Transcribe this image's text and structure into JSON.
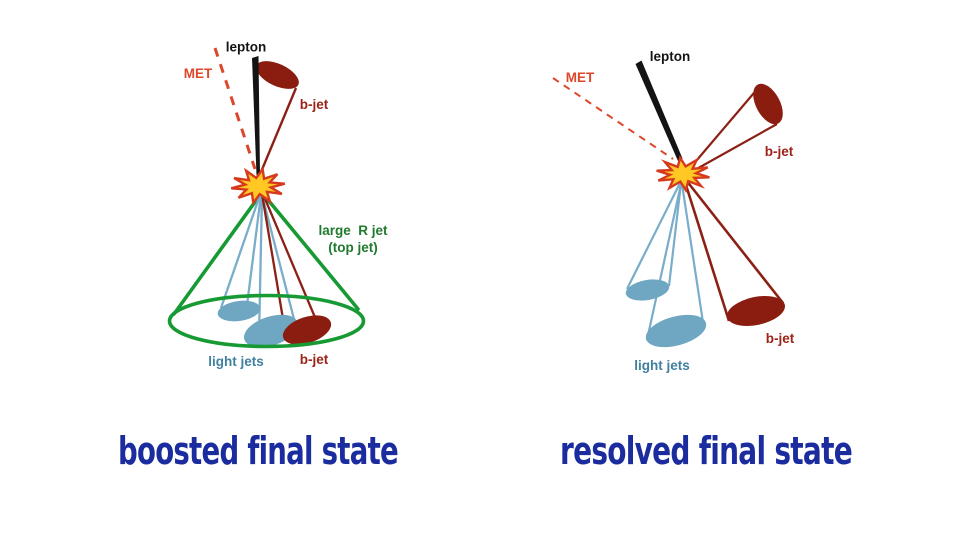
{
  "page": {
    "background": "#ffffff"
  },
  "colors": {
    "lepton": "#141414",
    "met": "#DC472B",
    "b_jet_fill": "#8B1D10",
    "b_jet_line": "#8B2015",
    "b_jet_label": "#9B2318",
    "light_jet_fill": "#6FA6C2",
    "light_jet_line": "#79ADC9",
    "light_jet_label": "#41809F",
    "top_jet_green": "#179A33",
    "top_jet_label": "#1F7A2E",
    "star_fill": "#FFC822",
    "star_stroke": "#D63A1E",
    "caption": "#1B2D9E"
  },
  "boosted": {
    "caption": "boosted final state",
    "labels": {
      "lepton": "lepton",
      "met": "MET",
      "bjet_top": "b-jet",
      "large_r_jet": "large  R jet",
      "top_jet": "(top jet)",
      "light_jets": "light jets",
      "bjet_bottom": "b-jet"
    }
  },
  "resolved": {
    "caption": "resolved final state",
    "labels": {
      "lepton": "lepton",
      "met": "MET",
      "bjet_top": "b-jet",
      "light_jets": "light jets",
      "bjet_bottom": "b-jet"
    }
  }
}
